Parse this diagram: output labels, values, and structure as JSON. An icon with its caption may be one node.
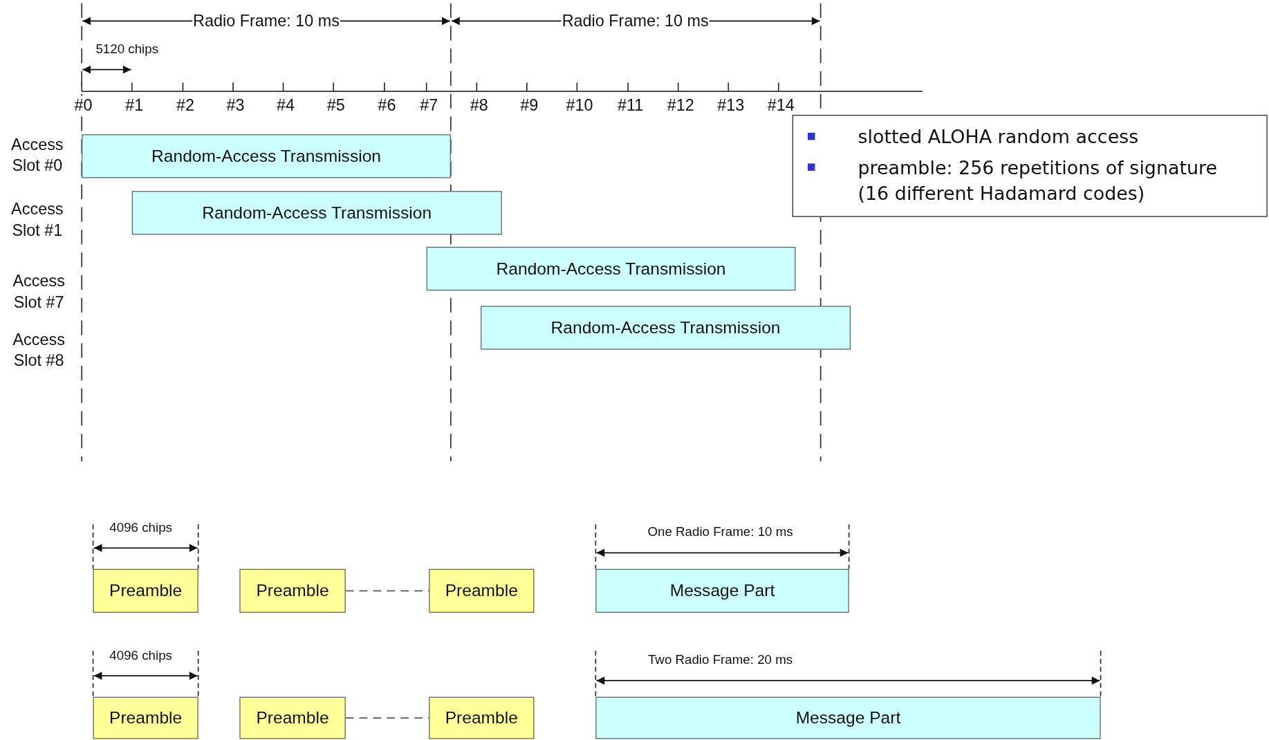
{
  "diagram": {
    "nodes": [
      {
        "text": [
          "Random-Access Transmission"
        ]
      },
      {
        "text": [
          "Random-Access Transmission"
        ]
      },
      {
        "text": [
          "Random-Access Transmission"
        ]
      },
      {
        "text": [
          "Random-Access Transmission"
        ]
      },
      {
        "text": [
          "slotted ALOHA random access",
          "preamble: 256 repetitions of signature (16 different Hadamard codes)"
        ]
      },
      {
        "text": [
          "Preamble"
        ]
      },
      {
        "text": [
          "Preamble"
        ]
      },
      {
        "text": [
          "Preamble"
        ]
      },
      {
        "text": [
          "Message Part"
        ]
      },
      {
        "text": [
          "Preamble"
        ]
      },
      {
        "text": [
          "Preamble"
        ]
      },
      {
        "text": [
          "Preamble"
        ]
      },
      {
        "text": [
          "Message Part"
        ]
      }
    ],
    "edges": [
      {
        "from": 6,
        "to": 7,
        "arrow": "none",
        "style": "dashed"
      },
      {
        "from": 10,
        "to": 11,
        "arrow": "none",
        "style": "dashed"
      }
    ],
    "labels": [
      "Radio Frame: 10 ms",
      "Radio Frame: 10 ms",
      "5120 chips",
      "#0",
      "#1",
      "#2",
      "#3",
      "#4",
      "#5",
      "#6",
      "#7",
      "#8",
      "#9",
      "#10",
      "#11",
      "#12",
      "#13",
      "#14",
      "Access Slot #0",
      "Access Slot #1",
      "Access Slot #7",
      "Access Slot #8",
      "4096 chips",
      "One Radio Frame: 10 ms",
      "4096 chips",
      "Two Radio Frame: 20 ms"
    ]
  }
}
